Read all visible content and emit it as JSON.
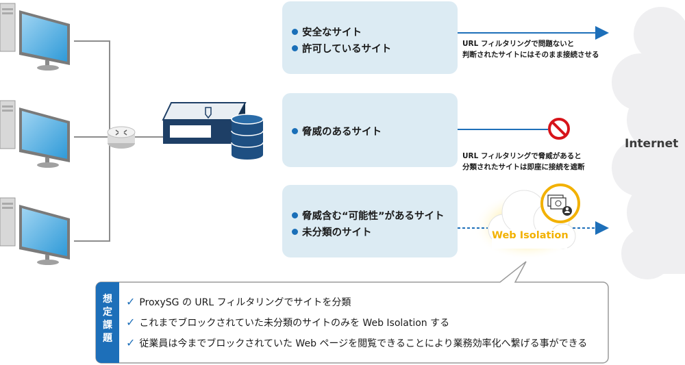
{
  "panels": [
    {
      "items": [
        "安全なサイト",
        "許可しているサイト"
      ]
    },
    {
      "items": [
        "脅威のあるサイト"
      ]
    },
    {
      "items": [
        "脅威含む“可能性”があるサイト",
        "未分類のサイト"
      ]
    }
  ],
  "notes": {
    "allowed_line1": "URL フィルタリングで問題ないと",
    "allowed_line2": "判断されたサイトにはそのまま接続させる",
    "blocked_line1": "URL フィルタリングで脅威があると",
    "blocked_line2": "分類されたサイトは即座に接続を遮断"
  },
  "internet_label": "Internet",
  "isolation_label": "Web Isolation",
  "assumption": {
    "header": [
      "想",
      "定",
      "課",
      "題"
    ],
    "items": [
      "ProxySG の URL フィルタリングでサイトを分類",
      "これまでブロックされていた未分類のサイトのみを Web Isolation する",
      "従業員は今までブロックされていた Web ページを閲覧できることにより業務効率化へ繋げる事ができる"
    ]
  },
  "colors": {
    "accent": "#1d6fb9",
    "panel": "#dcebf3",
    "isolation": "#f2b100",
    "block": "#d7141a"
  },
  "icons": [
    "pc-icon",
    "router-icon",
    "proxy-appliance-icon",
    "database-icon",
    "cloud-icon",
    "block-icon",
    "browser-user-icon",
    "checkmark-icon"
  ]
}
